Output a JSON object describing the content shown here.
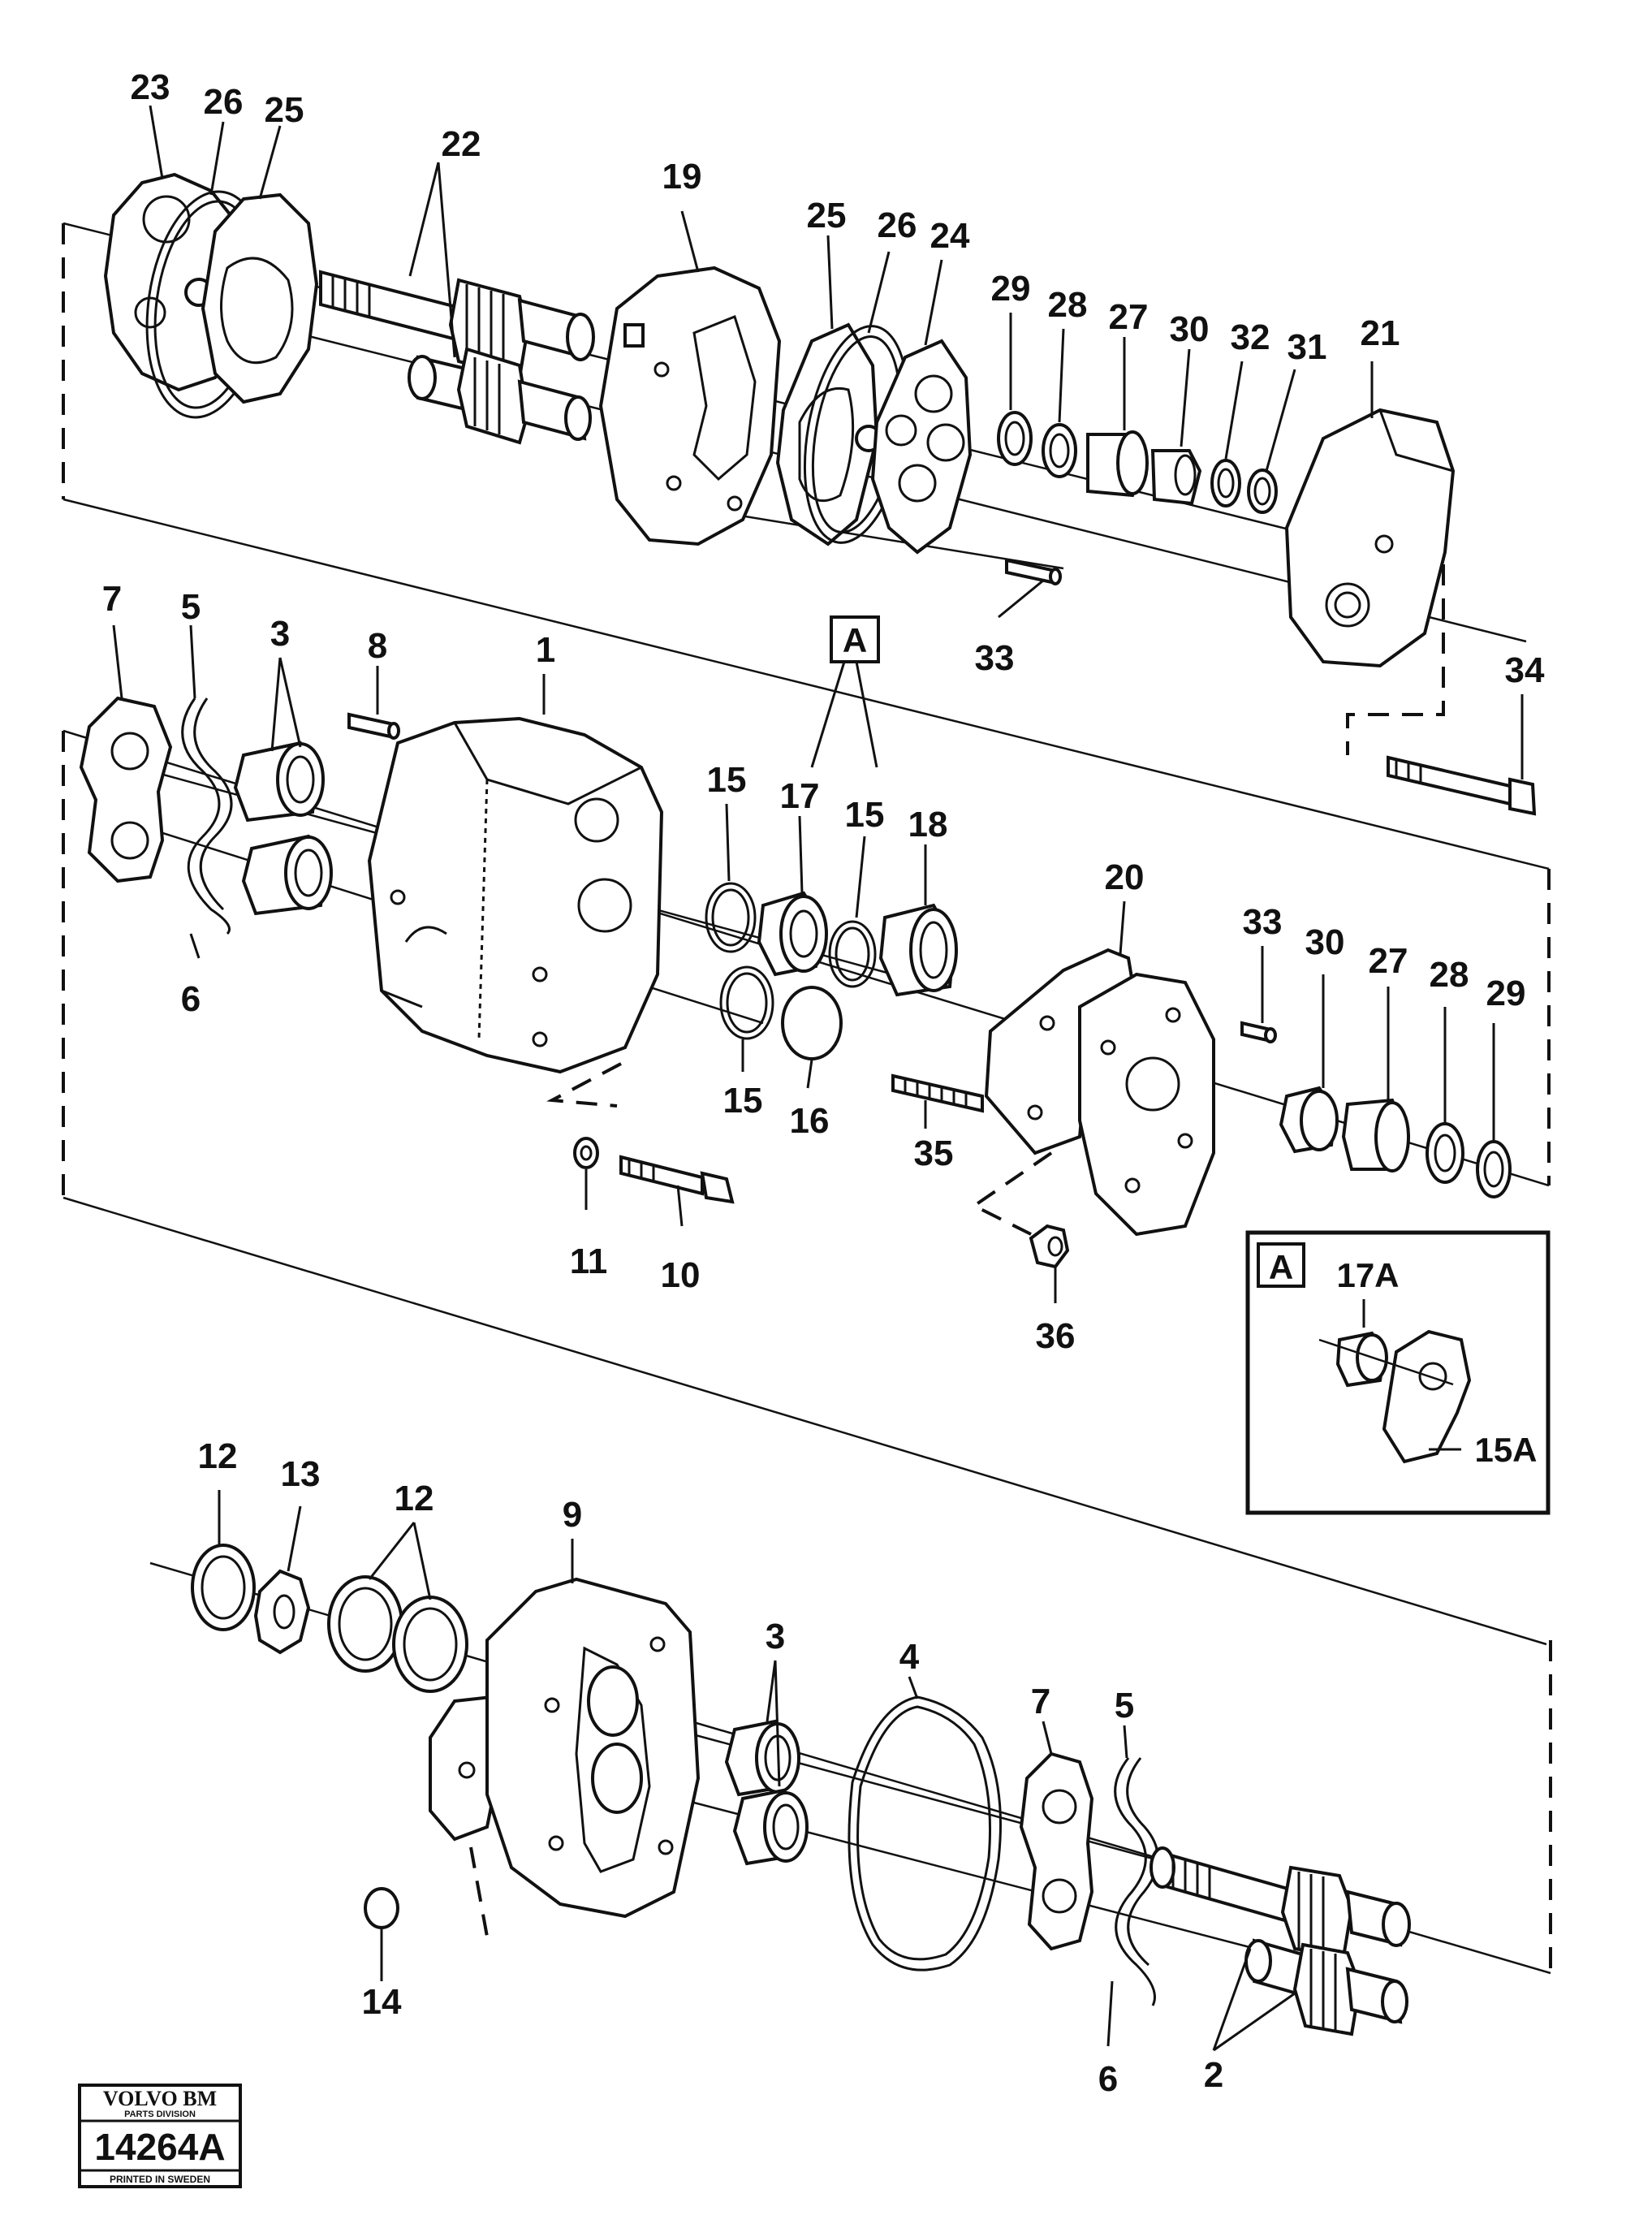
{
  "diagram": {
    "callouts": [
      {
        "id": "c23a",
        "label": "23"
      },
      {
        "id": "c26a",
        "label": "26"
      },
      {
        "id": "c25a",
        "label": "25"
      },
      {
        "id": "c22",
        "label": "22"
      },
      {
        "id": "c19",
        "label": "19"
      },
      {
        "id": "c25b",
        "label": "25"
      },
      {
        "id": "c26b",
        "label": "26"
      },
      {
        "id": "c24",
        "label": "24"
      },
      {
        "id": "c29a",
        "label": "29"
      },
      {
        "id": "c28a",
        "label": "28"
      },
      {
        "id": "c27a",
        "label": "27"
      },
      {
        "id": "c30a",
        "label": "30"
      },
      {
        "id": "c32",
        "label": "32"
      },
      {
        "id": "c31",
        "label": "31"
      },
      {
        "id": "c21",
        "label": "21"
      },
      {
        "id": "c33a",
        "label": "33"
      },
      {
        "id": "c34",
        "label": "34"
      },
      {
        "id": "c7a",
        "label": "7"
      },
      {
        "id": "c5a",
        "label": "5"
      },
      {
        "id": "c3a",
        "label": "3"
      },
      {
        "id": "c8",
        "label": "8"
      },
      {
        "id": "c1",
        "label": "1"
      },
      {
        "id": "c15a",
        "label": "15"
      },
      {
        "id": "c17",
        "label": "17"
      },
      {
        "id": "c15b",
        "label": "15"
      },
      {
        "id": "c18",
        "label": "18"
      },
      {
        "id": "c20",
        "label": "20"
      },
      {
        "id": "c33b",
        "label": "33"
      },
      {
        "id": "c30b",
        "label": "30"
      },
      {
        "id": "c27b",
        "label": "27"
      },
      {
        "id": "c28b",
        "label": "28"
      },
      {
        "id": "c29b",
        "label": "29"
      },
      {
        "id": "c6a",
        "label": "6"
      },
      {
        "id": "c15c",
        "label": "15"
      },
      {
        "id": "c16",
        "label": "16"
      },
      {
        "id": "c35",
        "label": "35"
      },
      {
        "id": "c11",
        "label": "11"
      },
      {
        "id": "c10",
        "label": "10"
      },
      {
        "id": "c36",
        "label": "36"
      },
      {
        "id": "c12a",
        "label": "12"
      },
      {
        "id": "c13",
        "label": "13"
      },
      {
        "id": "c12b",
        "label": "12"
      },
      {
        "id": "c9",
        "label": "9"
      },
      {
        "id": "c3b",
        "label": "3"
      },
      {
        "id": "c4",
        "label": "4"
      },
      {
        "id": "c7b",
        "label": "7"
      },
      {
        "id": "c5b",
        "label": "5"
      },
      {
        "id": "c14",
        "label": "14"
      },
      {
        "id": "c6b",
        "label": "6"
      },
      {
        "id": "c2",
        "label": "2"
      }
    ],
    "group_marker": "A",
    "inset": {
      "marker": "A",
      "labels": [
        "17A",
        "15A"
      ]
    }
  },
  "stamp": {
    "brand": "VOLVO BM",
    "division": "PARTS DIVISION",
    "number": "14264A",
    "footer": "PRINTED IN SWEDEN"
  }
}
